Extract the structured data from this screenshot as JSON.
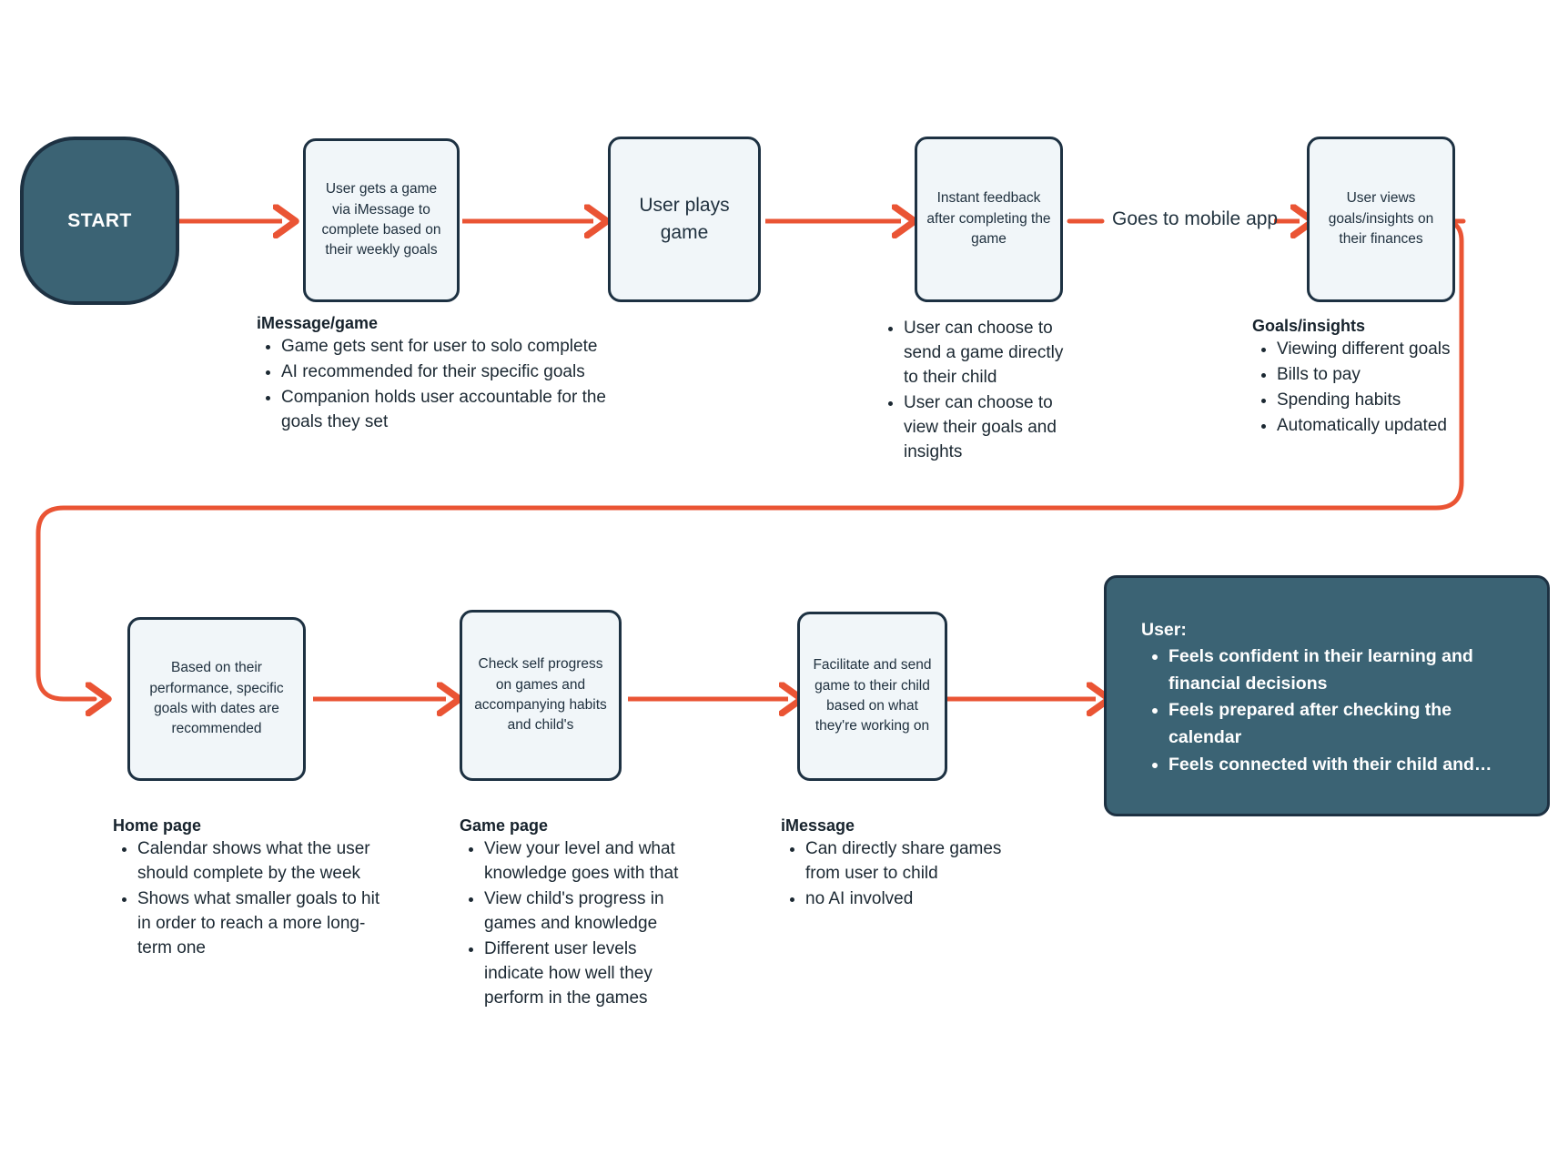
{
  "diagram": {
    "start": {
      "label": "START"
    },
    "edge_labels": [
      {
        "id": "goes-to-mobile-app",
        "text": "Goes to mobile app"
      }
    ],
    "nodes": [
      {
        "id": "imessage-game-node",
        "text": "User gets a game via iMessage to complete based on their weekly goals"
      },
      {
        "id": "user-plays-game-node",
        "text": "User plays game"
      },
      {
        "id": "instant-feedback-node",
        "text": "Instant feedback after completing the game"
      },
      {
        "id": "goals-insights-node",
        "text": "User views goals/insights on their finances"
      },
      {
        "id": "home-page-node",
        "text": "Based on their performance, specific goals with dates are recommended"
      },
      {
        "id": "game-page-node",
        "text": "Check self progress on games and accompanying habits and child's"
      },
      {
        "id": "imessage-node",
        "text": "Facilitate and send game to their child based on what they're working on"
      }
    ],
    "annotations": [
      {
        "id": "imessage-game-annotation",
        "title": "iMessage/game",
        "items": [
          "Game gets sent for user to solo complete",
          "AI recommended for their specific goals",
          "Companion holds user accountable for the goals they set"
        ]
      },
      {
        "id": "instant-feedback-annotation",
        "title": "",
        "items": [
          "User can choose to send a game directly to their child",
          "User can choose to view their goals and insights"
        ]
      },
      {
        "id": "goals-insights-annotation",
        "title": "Goals/insights",
        "items": [
          "Viewing different goals",
          "Bills to pay",
          "Spending habits",
          "Automatically updated"
        ]
      },
      {
        "id": "home-page-annotation",
        "title": "Home page",
        "items": [
          "Calendar shows what the user should complete by the week",
          "Shows what smaller goals to hit in order to reach a more long-term one"
        ]
      },
      {
        "id": "game-page-annotation",
        "title": "Game page",
        "items": [
          "View your level and what knowledge goes with that",
          "View child's progress in games and knowledge",
          "Different user levels indicate how well they perform in the games"
        ]
      },
      {
        "id": "imessage-annotation",
        "title": "iMessage",
        "items": [
          "Can directly share games from user to child",
          "no AI involved"
        ]
      }
    ],
    "summary": {
      "title": "User:",
      "items": [
        "Feels confident in their learning and",
        "financial decisions",
        "Feels prepared after checking the",
        "calendar",
        "Feels connected with their child and…"
      ],
      "bullet_lines": [
        {
          "bullet": true,
          "text": "Feels confident in their learning and"
        },
        {
          "bullet": false,
          "text": "financial decisions"
        },
        {
          "bullet": true,
          "text": "Feels prepared after checking the"
        },
        {
          "bullet": false,
          "text": "calendar"
        },
        {
          "bullet": true,
          "text": "Feels connected with their child and…"
        }
      ]
    },
    "colors": {
      "arrow": "#ea5434",
      "node_fill": "#f1f6f9",
      "node_stroke": "#1d3142",
      "dark_fill": "#3b6374",
      "text": "#1e3040",
      "background": "#ffffff"
    }
  }
}
